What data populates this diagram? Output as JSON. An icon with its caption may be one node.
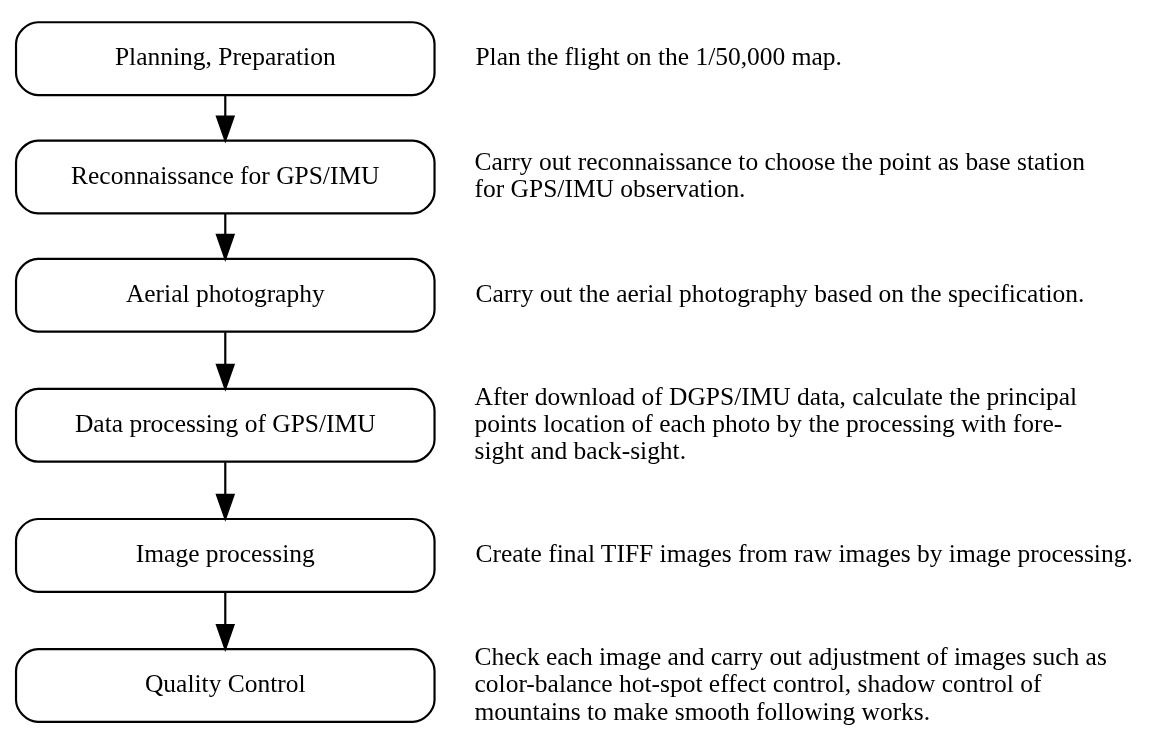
{
  "diagram": {
    "nodes": [
      {
        "text": [
          "Planning, Preparation"
        ],
        "beside": [
          "Plan the flight on the 1/50,000 map."
        ]
      },
      {
        "text": [
          "Reconnaissance for GPS/IMU"
        ],
        "beside": [
          "Carry out reconnaissance to choose the point as base station for GPS/IMU observation."
        ]
      },
      {
        "text": [
          "Aerial photography"
        ],
        "beside": [
          "Carry out the aerial photography based on the specification."
        ]
      },
      {
        "text": [
          "Data processing of GPS/IMU"
        ],
        "beside": [
          "After download of DGPS/IMU data, calculate the principal points location of each photo by the processing with fore-sight and back-sight."
        ]
      },
      {
        "text": [
          "Image processing"
        ],
        "beside": [
          "Create final TIFF images from raw images by image processing."
        ]
      },
      {
        "text": [
          "Quality Control"
        ],
        "beside": [
          "Check each image and carry out adjustment of images such as color-balance hot-spot effect control, shadow control of mountains to make smooth following works."
        ]
      }
    ],
    "edges": [
      {
        "from": 0,
        "to": 1,
        "arrow": "to"
      },
      {
        "from": 1,
        "to": 2,
        "arrow": "to"
      },
      {
        "from": 2,
        "to": 3,
        "arrow": "to"
      },
      {
        "from": 3,
        "to": 4,
        "arrow": "to"
      },
      {
        "from": 4,
        "to": 5,
        "arrow": "to"
      }
    ]
  }
}
